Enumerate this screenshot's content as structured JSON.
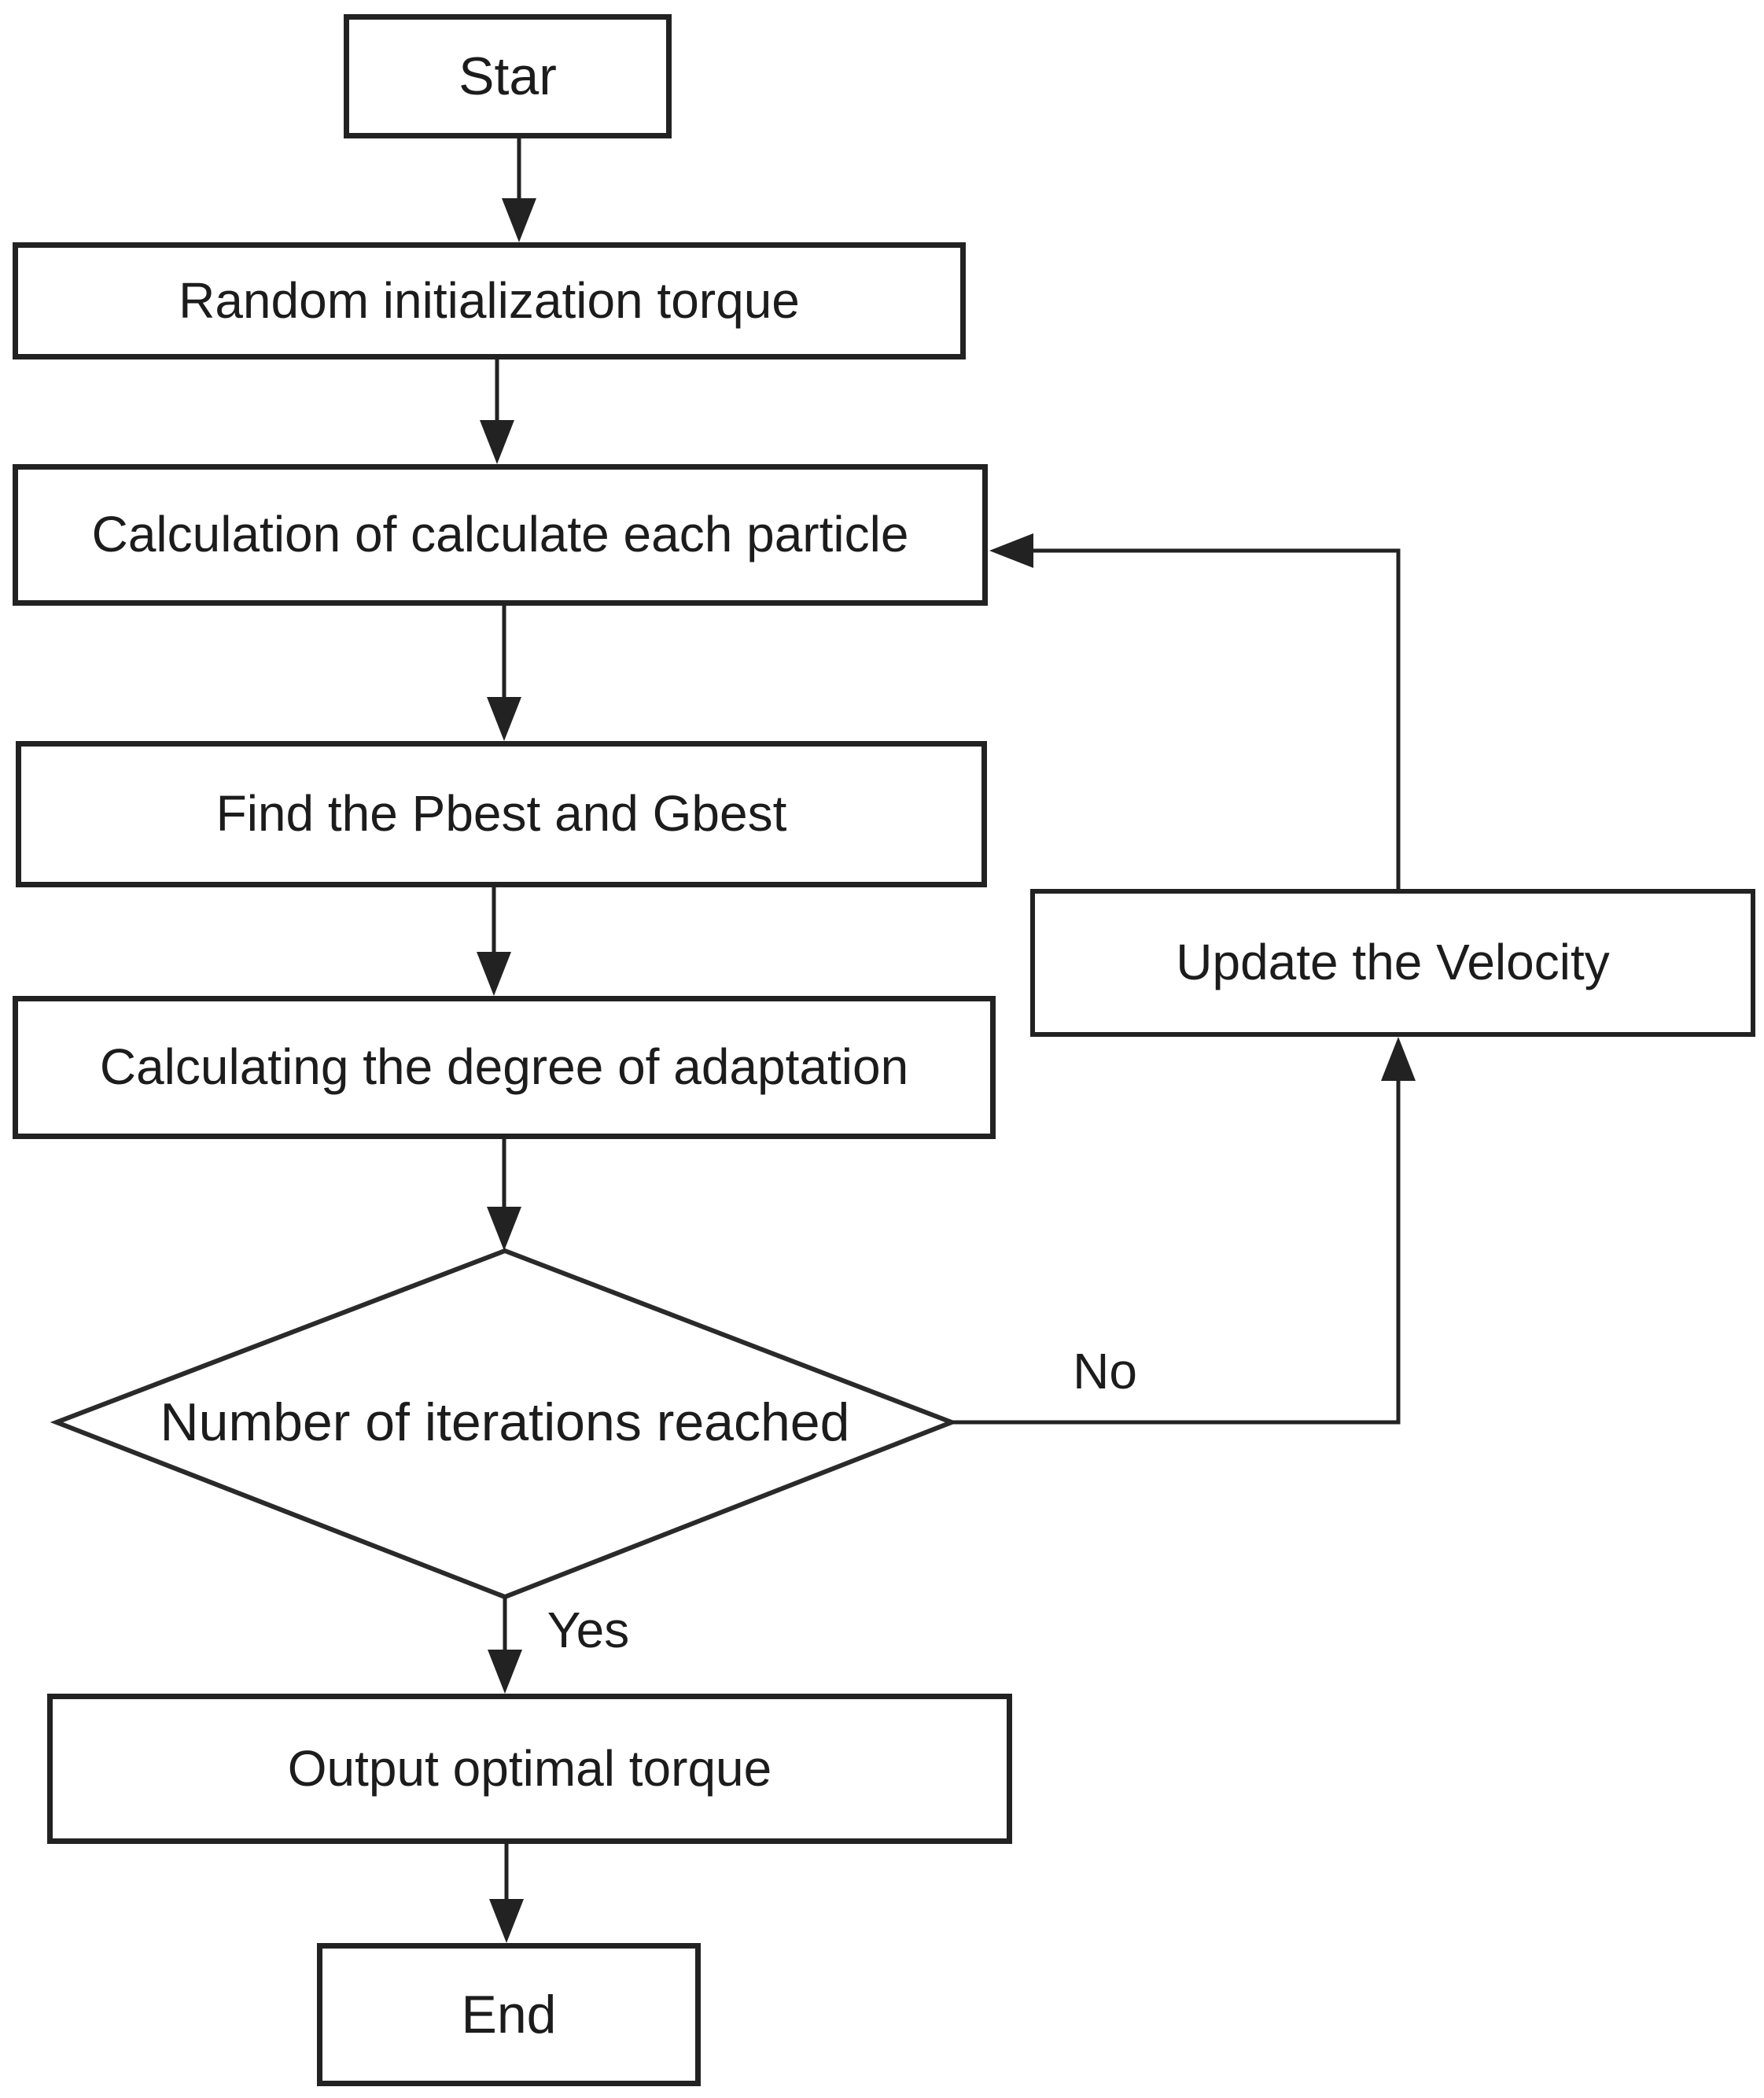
{
  "flowchart": {
    "nodes": {
      "start": {
        "label": "Star"
      },
      "init": {
        "label": "Random initialization torque"
      },
      "calc": {
        "label": "Calculation of calculate each particle"
      },
      "find": {
        "label": "Find the Pbest and Gbest"
      },
      "adapt": {
        "label": "Calculating the degree of adaptation"
      },
      "decision": {
        "label": "Number of iterations reached"
      },
      "update": {
        "label": "Update the Velocity"
      },
      "output": {
        "label": "Output optimal torque"
      },
      "end": {
        "label": "End"
      }
    },
    "edge_labels": {
      "yes": "Yes",
      "no": "No"
    },
    "colors": {
      "line": "#222222",
      "text": "#1c1c1c",
      "background": "#ffffff"
    }
  }
}
